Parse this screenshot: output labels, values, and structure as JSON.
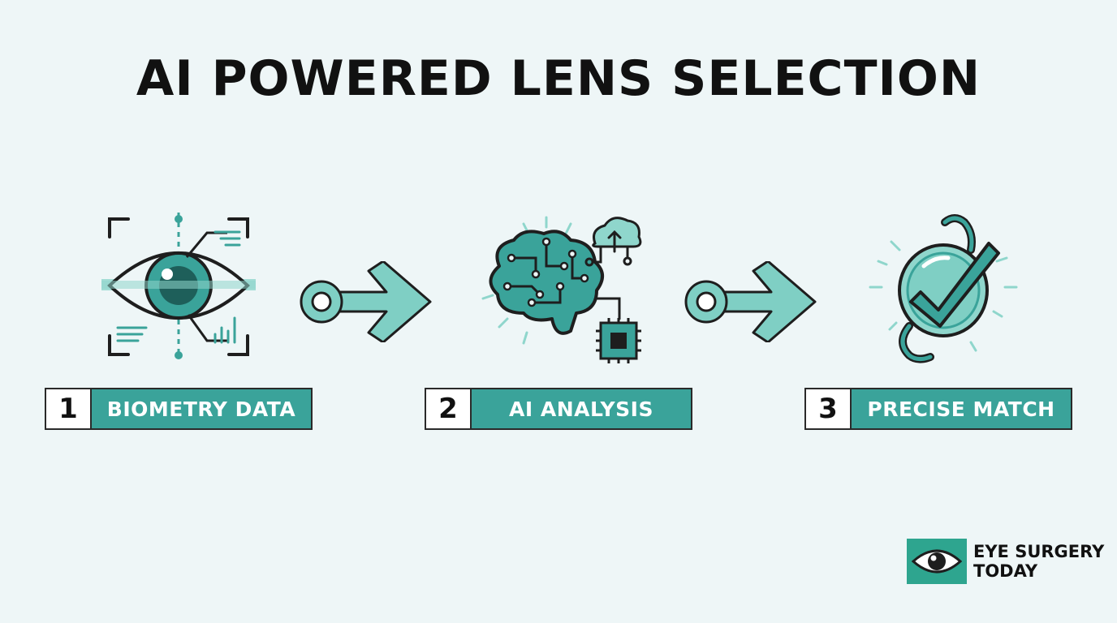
{
  "title": "AI POWERED LENS SELECTION",
  "steps": [
    {
      "number": "1",
      "label": "BIOMETRY DATA",
      "icon": "eye-scan-icon"
    },
    {
      "number": "2",
      "label": "AI ANALYSIS",
      "icon": "ai-brain-icon"
    },
    {
      "number": "3",
      "label": "PRECISE MATCH",
      "icon": "lens-check-icon"
    }
  ],
  "brand": {
    "line1": "EYE SURGERY",
    "line2": "TODAY",
    "icon": "eye-logo-icon"
  },
  "colors": {
    "accent": "#3aa39a",
    "accent_light": "#7fcfc4",
    "outline": "#1e1e1e",
    "background": "#eef6f7",
    "brand_green": "#2ea58f"
  }
}
